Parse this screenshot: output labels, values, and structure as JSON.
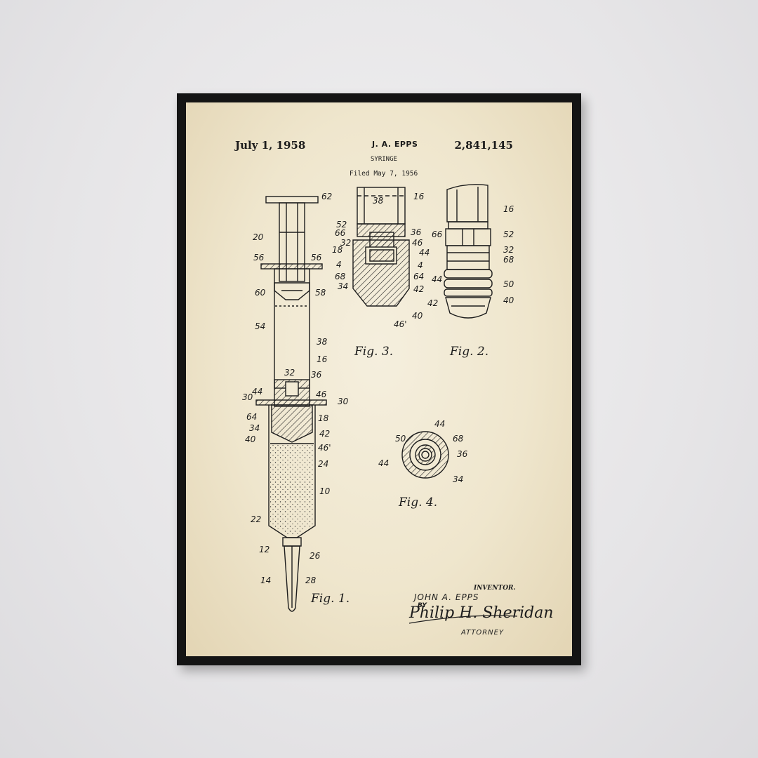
{
  "header": {
    "date": "July 1, 1958",
    "inventor_name": "J. A. EPPS",
    "title": "SYRINGE",
    "filed": "Filed May 7, 1956",
    "patent_number": "2,841,145"
  },
  "figures": {
    "fig1": "Fig. 1.",
    "fig2": "Fig. 2.",
    "fig3": "Fig. 3.",
    "fig4": "Fig. 4."
  },
  "signature": {
    "inventor_label": "INVENTOR.",
    "inventor": "JOHN A. EPPS",
    "by": "BY",
    "attorney_signature": "Philip H. Sheridan",
    "attorney_label": "ATTORNEY"
  },
  "colors": {
    "wall": "#e6e5e7",
    "frame": "#141414",
    "paper": "#f2ead4",
    "ink": "#1d1d1d"
  }
}
